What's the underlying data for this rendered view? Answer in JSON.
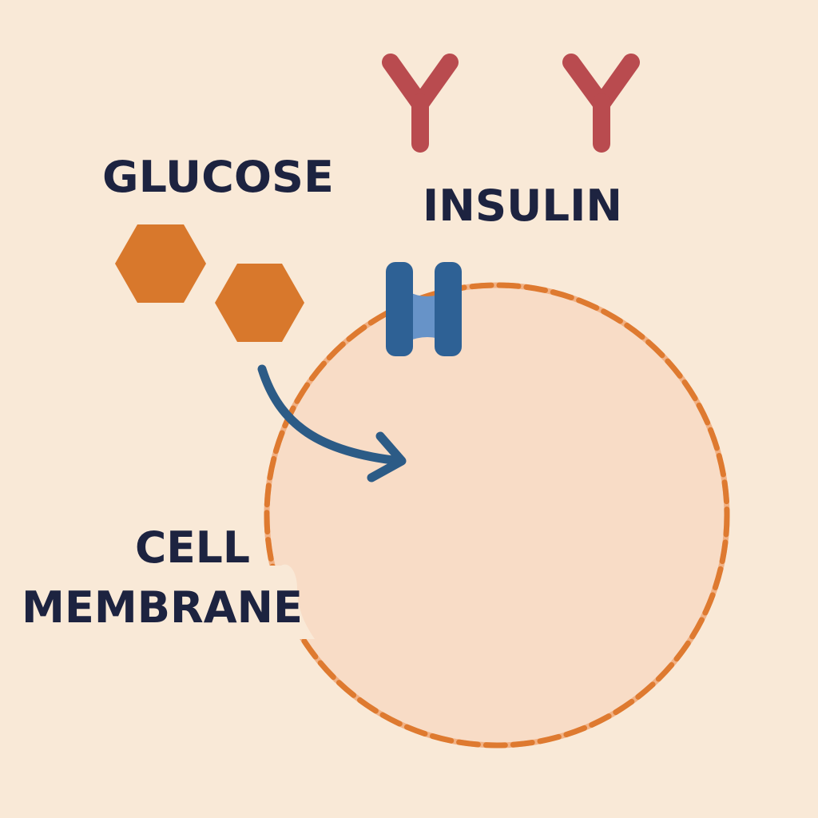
{
  "labels": {
    "glucose": "GLUCOSE",
    "insulin": "INSULIN",
    "cell_line1": "CELL",
    "cell_line2": "MEMBRANE"
  },
  "icons": {
    "glucose": "hexagon-icon",
    "insulin": "y-shaped-molecule-icon",
    "transporter": "channel-icon",
    "arrow": "curved-arrow-icon"
  },
  "colors": {
    "background": "#f9e9d7",
    "cell_fill": "#f8dcc6",
    "membrane": "#de7a30",
    "membrane_gap": "#f1b184",
    "glucose": "#d8782c",
    "insulin": "#b94b4f",
    "channel_dark": "#2e6195",
    "channel_light": "#6793c8",
    "arrow": "#2c5b86",
    "text": "#1d2340"
  }
}
